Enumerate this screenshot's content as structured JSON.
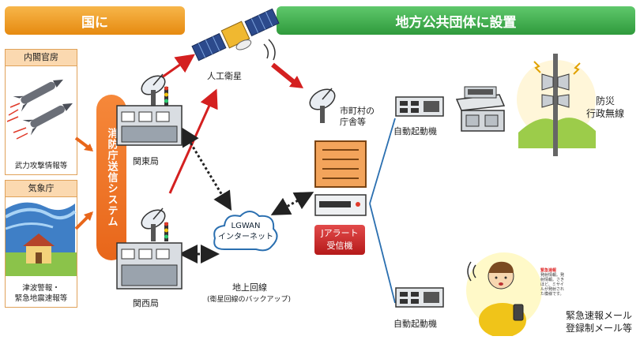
{
  "banners": {
    "left": "国に",
    "right": "地方公共団体に設置"
  },
  "sources": [
    {
      "head": "内閣官房",
      "foot": "武力攻撃情報等"
    },
    {
      "head": "気象庁",
      "foot": "津波警報・\n緊急地震速報等"
    }
  ],
  "system_label": "消防庁送信システム",
  "stations": {
    "kanto": "関東局",
    "kansai": "関西局"
  },
  "satellite_label": "人工衛星",
  "lgwan_label": "LGWAN\nインターネット",
  "ground_line": {
    "title": "地上回線",
    "sub": "(衛星回線のバックアップ)"
  },
  "municipality_label": "市町村の\n庁舎等",
  "receiver_label": "Jアラート\n受信機",
  "auto_start_labels": [
    "自動起動機",
    "自動起動機"
  ],
  "outputs": {
    "radio": "防災\n行政無線",
    "mail": "緊急速報メール\n登録制メール等"
  },
  "phone_note": {
    "title": "緊急速報",
    "body": "発射情報。発射情報。さきほど、ミサイルが発射された模様です。"
  },
  "colors": {
    "orange": "#e8661a",
    "green": "#2f9a3c",
    "red": "#d42020",
    "blue": "#2a6fb0"
  }
}
